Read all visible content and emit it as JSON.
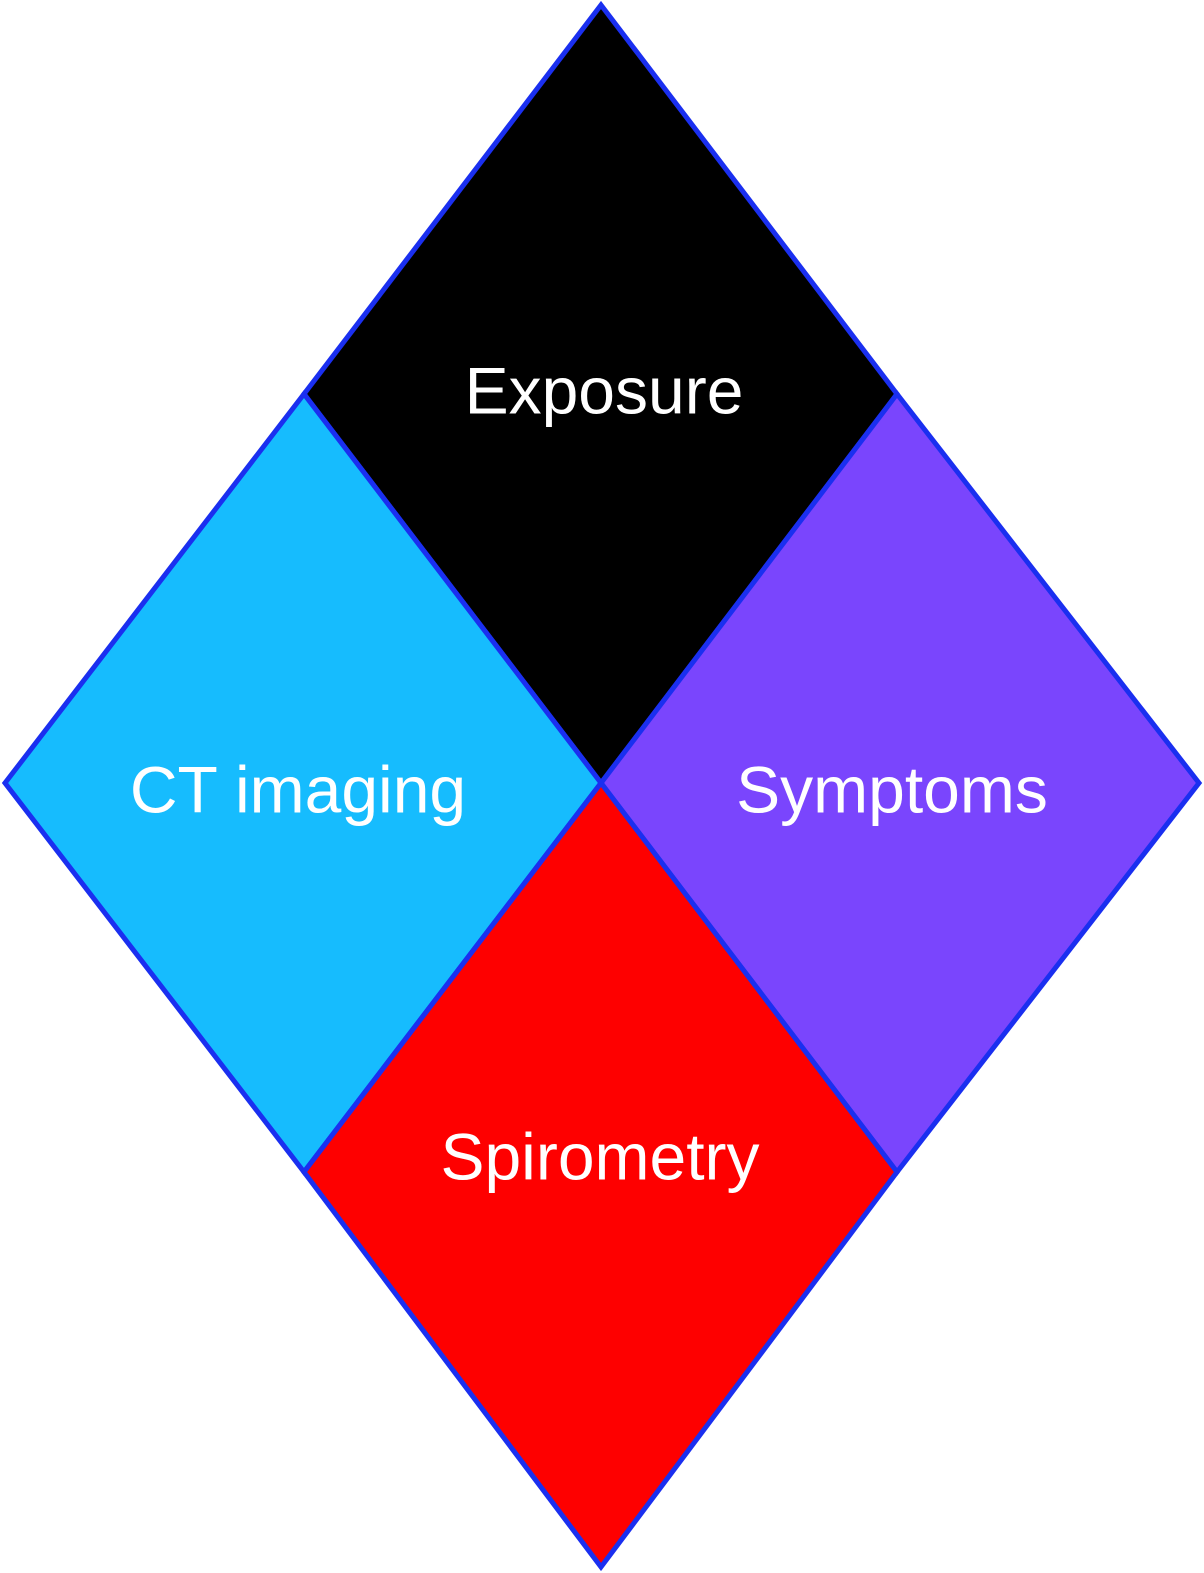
{
  "diagram": {
    "quadrants": [
      {
        "id": "exposure",
        "label": "Exposure",
        "color": "#000000"
      },
      {
        "id": "ct-imaging",
        "label": "CT imaging",
        "color": "#16bcfe"
      },
      {
        "id": "symptoms",
        "label": "Symptoms",
        "color": "#7a45fd"
      },
      {
        "id": "spirometry",
        "label": "Spirometry",
        "color": "#fe0000"
      }
    ],
    "border_color": "#1a2ff0"
  }
}
